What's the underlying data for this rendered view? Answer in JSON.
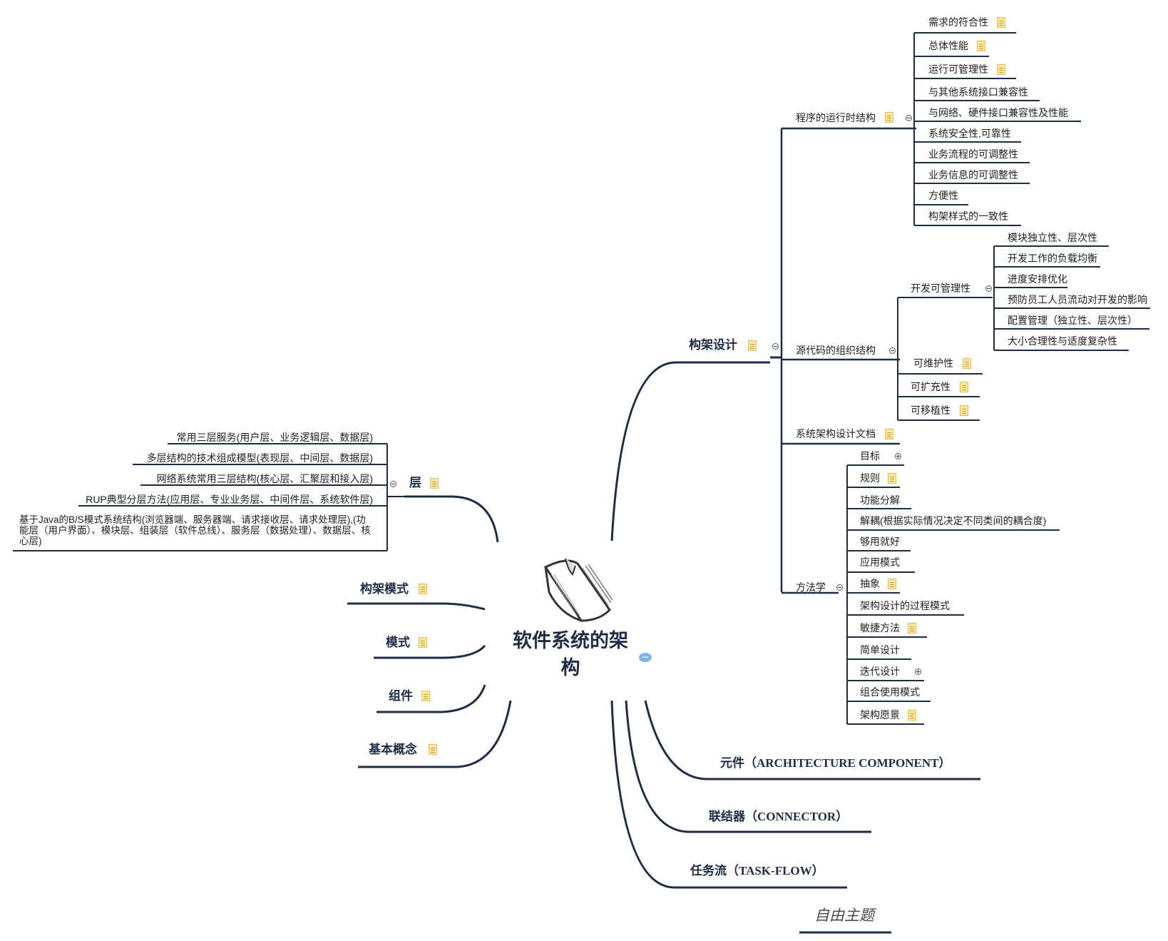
{
  "root": {
    "title_line1": "软件系统的架",
    "title_line2": "构",
    "icon": "book-icon",
    "comment_icon": "comment-icon"
  },
  "colors": {
    "line": "#1e2d45",
    "title": "#1e2d45",
    "note": "#fbe6a2",
    "comment": "#7fb2e6"
  },
  "right": {
    "arch_design": "构架设计",
    "runtime": {
      "label": "程序的运行时结构",
      "items": [
        "需求的符合性",
        "总体性能",
        "运行可管理性",
        "与其他系统接口兼容性",
        "与网络、硬件接口兼容性及性能",
        "系统安全性,可靠性",
        "业务流程的可调整性",
        "业务信息的可调整性",
        "方便性",
        "构架样式的一致性"
      ]
    },
    "source": {
      "label": "源代码的组织结构",
      "dev": "开发可管理性",
      "dev_items": [
        "模块独立性、层次性",
        "开发工作的负载均衡",
        "进度安排优化",
        "预防员工人员流动对开发的影响",
        "配置管理（独立性、层次性）",
        "大小合理性与适度复杂性"
      ],
      "others": [
        "可维护性",
        "可扩充性",
        "可移植性"
      ]
    },
    "doc": "系统架构设计文档",
    "method": {
      "label": "方法学",
      "items": [
        "目标",
        "规则",
        "功能分解",
        "解耦(根据实际情况决定不同类间的耦合度)",
        "够用就好",
        "应用模式",
        "抽象",
        "架构设计的过程模式",
        "敏捷方法",
        "简单设计",
        "迭代设计",
        "组合使用模式",
        "架构愿景"
      ]
    },
    "bottom": [
      "元件（ARCHITECTURE COMPONENT）",
      "联结器（CONNECTOR）",
      "任务流（TASK-FLOW）"
    ],
    "free": "自由主题"
  },
  "left": {
    "layer": "层",
    "layer_items": [
      "常用三层服务(用户层、业务逻辑层、数据层)",
      "多层结构的技术组成模型(表现层、中间层、数据层)",
      "网络系统常用三层结构(核心层、汇聚层和接入层)",
      "RUP典型分层方法(应用层、专业业务层、中间件层、系统软件层)"
    ],
    "layer_multi": "基于Java的B/S模式系统结构(浏览器端、服务器端、请求接收层、请求处理层),(功能层（用户界面）、模块层、组装层（软件总线）、服务层（数据处理）、数据层、核心层)",
    "others": [
      "构架模式",
      "模式",
      "组件",
      "基本概念"
    ]
  }
}
